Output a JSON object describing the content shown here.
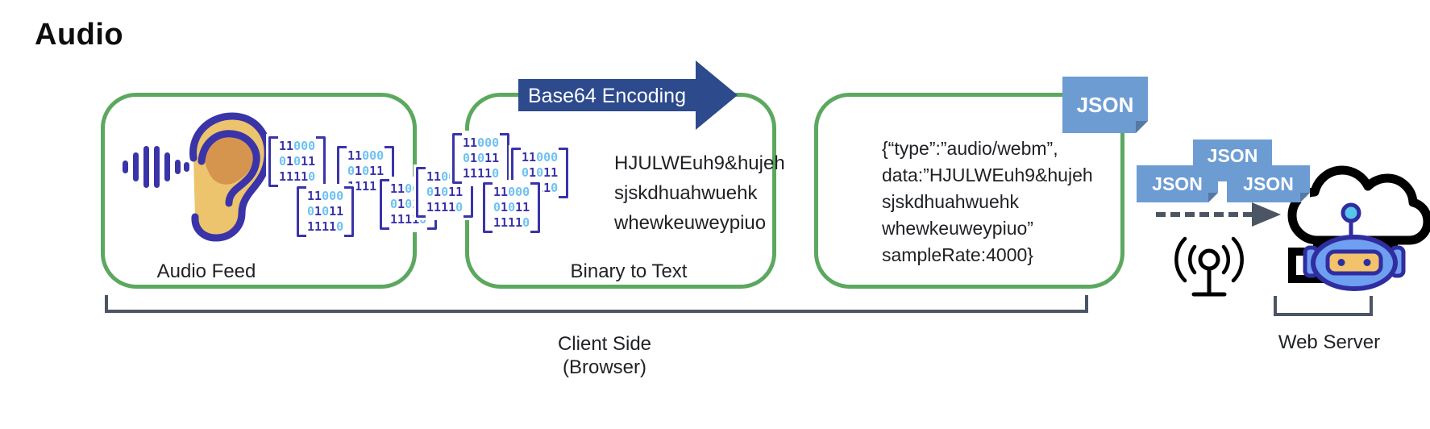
{
  "title": "Audio",
  "stage1": {
    "label": "Audio Feed"
  },
  "stage2": {
    "label": "Binary to Text",
    "encoded_lines": [
      "HJULWEuh9&hujeh",
      "sjskdhuahwuehk",
      "whewkeuweypiuo"
    ]
  },
  "stage3": {
    "tab_label": "JSON",
    "payload_lines": [
      "{“type”:”audio/webm”,",
      "data:”HJULWEuh9&hujeh",
      "sjskdhuahwuehk",
      "whewkeuweypiuo”",
      "sampleRate:4000}"
    ]
  },
  "arrow": {
    "label": "Base64 Encoding"
  },
  "binary_block_lines": [
    "11000",
    "01011",
    "11110"
  ],
  "packets": {
    "top": "JSON",
    "left": "JSON",
    "right": "JSON"
  },
  "client_bracket": {
    "line1": "Client Side",
    "line2": "(Browser)"
  },
  "server_bracket": {
    "label": "Web Server"
  },
  "colors": {
    "box_border": "#5ba85e",
    "arrow_navy": "#2c4a8c",
    "json_blue": "#6d9cd3",
    "json_fold": "#5679a4",
    "icon_indigo": "#3a34a8",
    "digit_zero_blue": "#6fc2f0",
    "ear_tan": "#ecc46d",
    "ear_inner": "#d6954f",
    "robot_blue": "#6f9ff0",
    "robot_outline": "#2f2da0",
    "visor_tan": "#f2c36b",
    "antenna_ball_cyan": "#58c6ea",
    "bracket_slate": "#4b5563"
  }
}
